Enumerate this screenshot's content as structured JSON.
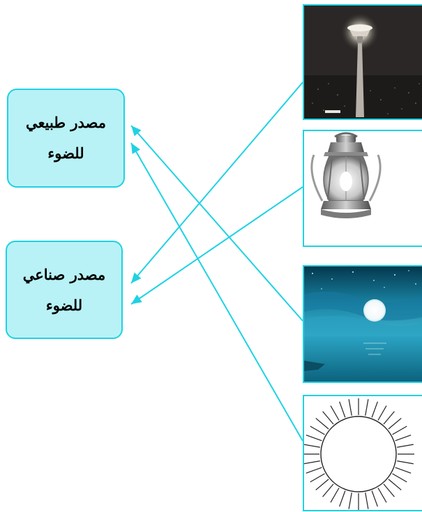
{
  "categories": {
    "natural": {
      "line1": "مصدر طبيعي",
      "line2": "للضوء"
    },
    "artificial": {
      "line1": "مصدر صناعي",
      "line2": "للضوء"
    }
  },
  "pictures": [
    {
      "id": "streetlamp",
      "icon": "street-lamp-photo",
      "category": "artificial"
    },
    {
      "id": "lantern",
      "icon": "oil-lantern-photo",
      "category": "artificial"
    },
    {
      "id": "moon",
      "icon": "moon-over-sea-photo",
      "category": "natural"
    },
    {
      "id": "sun",
      "icon": "sun-drawing",
      "category": "natural"
    }
  ],
  "colors": {
    "accent": "#1fd2e3",
    "box_fill": "#b8f2f6",
    "arrow": "#1fd2e3"
  }
}
